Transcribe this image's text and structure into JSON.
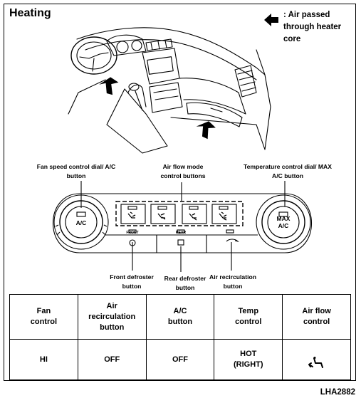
{
  "title": "Heating",
  "legend": {
    "icon": "arrow-left-icon",
    "text": ": Air passed\nthrough heater\ncore"
  },
  "callouts": {
    "fan_speed": "Fan speed control dial/ A/C\nbutton",
    "air_flow": "Air flow mode\ncontrol buttons",
    "temperature": "Temperature control dial/ MAX\nA/C button",
    "front_defroster": "Front defroster\nbutton",
    "rear_defroster": "Rear defroster\nbutton",
    "air_recirculation": "Air recirculation\nbutton"
  },
  "panel": {
    "left_dial_label": "A/C",
    "right_dial_label": "MAX\nA/C",
    "front_button": "FRONT",
    "rear_button": "REAR"
  },
  "table": {
    "headers": [
      "Fan\ncontrol",
      "Air\nrecirculation\nbutton",
      "A/C\nbutton",
      "Temp\ncontrol",
      "Air flow\ncontrol"
    ],
    "values": [
      "HI",
      "OFF",
      "OFF",
      "HOT\n(RIGHT)",
      ""
    ],
    "air_flow_icon": "floor-vent-icon"
  },
  "figure_code": "LHA2882"
}
